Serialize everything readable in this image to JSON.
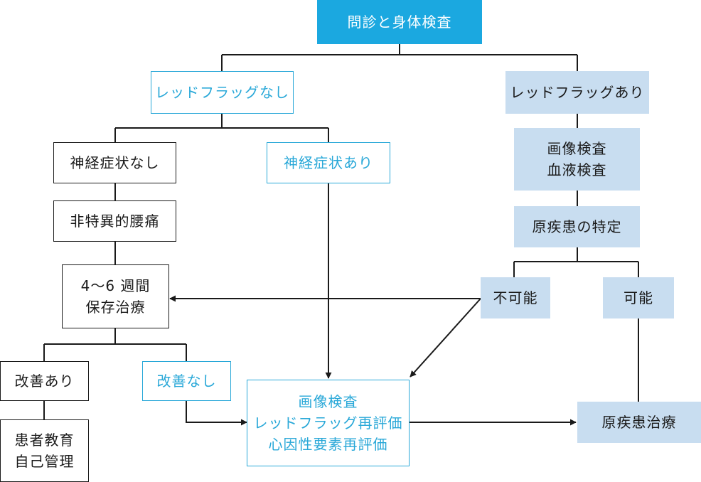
{
  "colors": {
    "accent": "#1ba8e0",
    "blue_text": "#29a8d8",
    "light_fill": "#c8ddf0",
    "line": "#1a1a1a"
  },
  "nodes": {
    "interview": "問診と身体検査",
    "no_red_flag": "レッドフラッグなし",
    "red_flag": "レッドフラッグあり",
    "no_neuro": "神経症状なし",
    "neuro": "神経症状あり",
    "nonspecific": "非特異的腰痛",
    "conservative": [
      "4～6 週間",
      "保存治療"
    ],
    "improved": "改善あり",
    "not_improved": "改善なし",
    "education": [
      "患者教育",
      "自己管理"
    ],
    "imaging_blood": [
      "画像検査",
      "血液検査"
    ],
    "identify_cause": "原疾患の特定",
    "impossible": "不可能",
    "possible": "可能",
    "reevaluation": [
      "画像検査",
      "レッドフラッグ再評価",
      "心因性要素再評価"
    ],
    "treat_cause": "原疾患治療"
  }
}
